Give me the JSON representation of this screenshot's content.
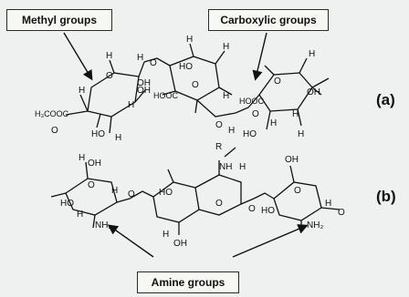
{
  "callouts": {
    "methyl": "Methyl groups",
    "carboxylic": "Carboxylic groups",
    "amine": "Amine groups"
  },
  "panels": {
    "a": "(a)",
    "b": "(b)"
  },
  "atoms": {
    "a": {
      "h3cooc": "H₃COOC",
      "hooc_mid": "HOOC",
      "hooc_right": "HOOC",
      "ho_top": "HO",
      "oh_1": "OH",
      "oh_2": "OH",
      "ho_bot1": "HO",
      "oh_right": "OH",
      "ho_bot2": "HO",
      "o": "O",
      "h": "H"
    },
    "b": {
      "oh_top1": "OH",
      "ho_left": "HO",
      "nh2_left": "NH₂",
      "r": "R",
      "nh": "NH",
      "ho_mid": "HO",
      "oh_mid": "OH",
      "oh_top2": "OH",
      "ho_right": "HO",
      "nh2_right": "NH₂",
      "o": "O",
      "h": "H"
    }
  },
  "colors": {
    "background": "#eef1ef",
    "ink": "#111111",
    "box_border": "#2a2a2a"
  }
}
